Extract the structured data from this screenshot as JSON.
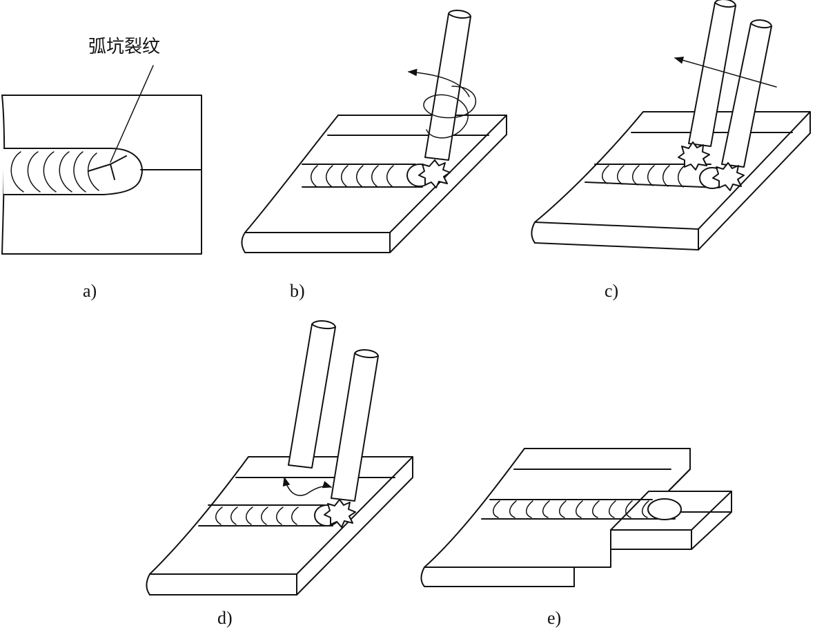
{
  "annotation": "弧坑裂纹",
  "panels": [
    {
      "id": "a",
      "label": "a)"
    },
    {
      "id": "b",
      "label": "b)"
    },
    {
      "id": "c",
      "label": "c)"
    },
    {
      "id": "d",
      "label": "d)"
    },
    {
      "id": "e",
      "label": "e)"
    }
  ],
  "colors": {
    "stroke": "#111111",
    "background": "#ffffff"
  }
}
